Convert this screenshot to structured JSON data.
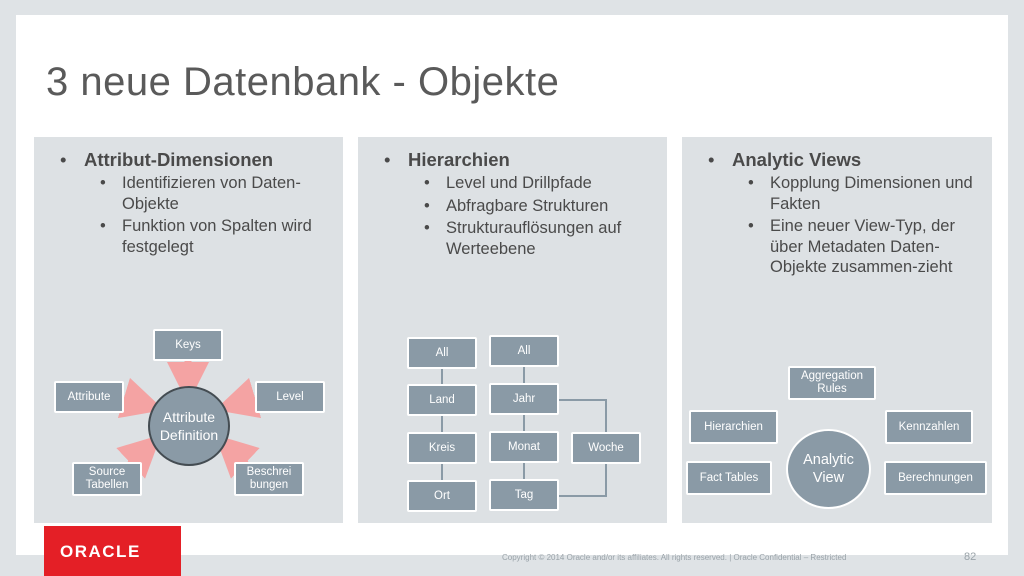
{
  "slide": {
    "title": "3 neue Datenbank - Objekte",
    "footer": "Copyright © 2014 Oracle and/or its affiliates. All rights reserved.  |  Oracle Confidential – Restricted",
    "page_number": "82",
    "logo_text": "ORACLE"
  },
  "columns": [
    {
      "heading": "Attribut-Dimensionen",
      "items": [
        "Identifizieren von Daten-Objekte",
        "Funktion von Spalten wird festgelegt"
      ]
    },
    {
      "heading": "Hierarchien",
      "items": [
        "Level und Drillpfade",
        "Abfragbare Strukturen",
        "Strukturauflösungen auf Werteebene"
      ]
    },
    {
      "heading": "Analytic Views",
      "items": [
        "Kopplung Dimensionen und Fakten",
        "Eine neuer View-Typ, der über Metadaten Daten-Objekte zusammen-zieht"
      ]
    }
  ],
  "diagram1": {
    "center": "Attribute Definition",
    "keys": "Keys",
    "attribute": "Attribute",
    "level": "Level",
    "source": "Source Tabellen",
    "beschrei": "Beschrei bungen"
  },
  "diagram2": {
    "left": [
      "All",
      "Land",
      "Kreis",
      "Ort"
    ],
    "right": [
      "All",
      "Jahr",
      "Monat",
      "Tag"
    ],
    "woche": "Woche"
  },
  "diagram3": {
    "center": "Analytic View",
    "aggregation": "Aggregation Rules",
    "hierarchien": "Hierarchien",
    "kennzahlen": "Kennzahlen",
    "fact_tables": "Fact Tables",
    "berechnungen": "Berechnungen"
  },
  "colors": {
    "accent_red": "#e41f26",
    "box_gray": "#8a9aa6",
    "arrow_pink": "#f4a3a3",
    "panel_gray": "#dde1e4"
  }
}
